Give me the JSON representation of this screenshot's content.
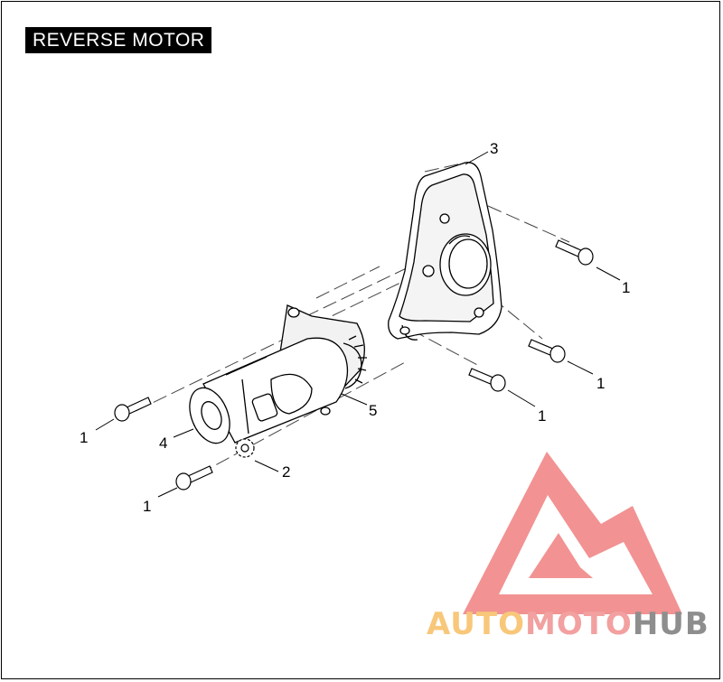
{
  "title": "REVERSE MOTOR",
  "callouts": {
    "c1a": "1",
    "c1b": "1",
    "c1c": "1",
    "c1d": "1",
    "c1e": "1",
    "c2": "2",
    "c3": "3",
    "c4": "4",
    "c5": "5"
  },
  "watermark": {
    "part1": "AUTO",
    "part2": "MOTO",
    "part3": "HUB",
    "color1": "#f8c77a",
    "color2": "#f2a0a0",
    "color3": "#8e8e8e",
    "logo_color": "#ee6e6e"
  }
}
